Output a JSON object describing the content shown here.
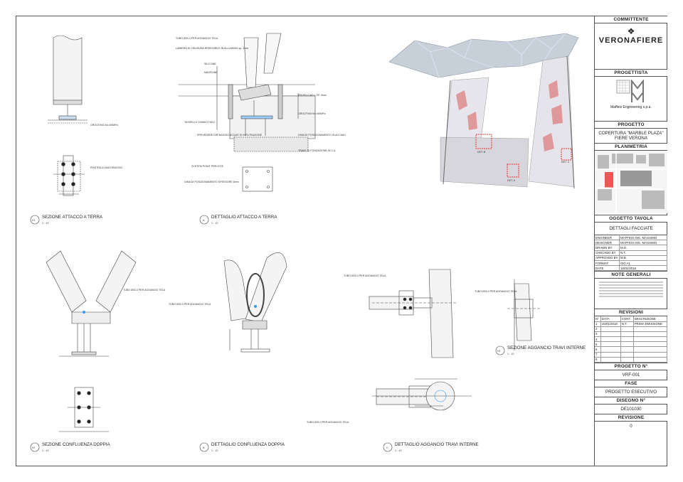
{
  "titleblock": {
    "committente_label": "COMMITTENTE",
    "committente_logo": "VERONAFIERE",
    "progettista_label": "PROGETTISTA",
    "progettista_name": "Maffeis Engineering s.p.a.",
    "progetto_label": "PROGETTO",
    "progetto_title": "COPERTURA \"MARBLE PLAZA\"",
    "progetto_subtitle": "FIERE VERONA",
    "planimetria_label": "PLANIMETRIA",
    "oggetto_label": "OGGETTO TAVOLA",
    "oggetto_value": "DETTAGLI FACCIATE",
    "info": [
      {
        "k": "ENGINEER",
        "v": "MAFFEIS ING. MASSIMO"
      },
      {
        "k": "DESIGNER",
        "v": "MAFFEIS ING. MASSIMO"
      },
      {
        "k": "DRAWN BY",
        "v": "M.D."
      },
      {
        "k": "CHECKED BY",
        "v": "N.T."
      },
      {
        "k": "APPROVED BY",
        "v": "M.B."
      },
      {
        "k": "FORMAT",
        "v": "ISO A1"
      },
      {
        "k": "DATE",
        "v": "15/01/2018"
      }
    ],
    "note_label": "NOTE GENERALI",
    "revisioni_label": "REVISIONI",
    "rev_headers": [
      "N°",
      "DATA",
      "CONT.",
      "DESCRIZIONE"
    ],
    "rev_rows": [
      [
        "1",
        "15/01/2018",
        "N.T.",
        "PRIMA EMISSIONE"
      ],
      [
        "2",
        "",
        "",
        ""
      ],
      [
        "3",
        "",
        "",
        ""
      ],
      [
        "4",
        "",
        "",
        ""
      ],
      [
        "5",
        "",
        "",
        ""
      ],
      [
        "6",
        "",
        "",
        ""
      ],
      [
        "7",
        "",
        "",
        ""
      ],
      [
        "8",
        "",
        "",
        ""
      ]
    ],
    "progetto_n_label": "PROGETTO N°",
    "progetto_n_value": "VRF-001",
    "fase_label": "FASE",
    "fase_value": "PROGETTO ESECUTIVO",
    "disegno_label": "DISEGNO N°",
    "disegno_value": "DE101030",
    "revisione_label": "REVISIONE",
    "revisione_value": "0"
  },
  "details": {
    "d01": {
      "num": "01",
      "title": "SEZIONE ATTACCO A TERRA",
      "scale": "1 : 10"
    },
    "dA": {
      "num": "A",
      "title": "DETTAGLIO ATTACCO A TERRA",
      "scale": "1 : 10"
    },
    "d02": {
      "num": "02",
      "title": "SEZIONE CONFLUENZA DOPPIA",
      "scale": "1 : 10"
    },
    "dB": {
      "num": "B",
      "title": "DETTAGLIO CONFLUENZA DOPPIA",
      "scale": "1 : 10"
    },
    "d03": {
      "num": "03",
      "title": "SEZIONE AGGANCIO TRAVI INTERNE",
      "scale": "1 : 10"
    },
    "dC": {
      "num": "C",
      "title": "DETTAGLIO AGGANCIO TRAVI INTERNE",
      "scale": "1 : 10"
    }
  },
  "render_labels": {
    "det_a": "DET. A",
    "det_b": "DET. B",
    "det_c": "DET. C"
  },
  "annotations": {
    "a1": "TUBO Ø33.3 PER AGGANCIO TELA",
    "a2": "LAMIERA DI CHIUSURA REMOVIBILE IN ALLUMINIO sp. 3mm",
    "a3": "SILICONE",
    "a4": "MAGRONE",
    "a5": "PROFILO AD L SP. 4mm",
    "a6": "GROUTING fck=50MPa",
    "a7": "TASSELLO CHIMICO M12",
    "a8": "PREVEDERE DRENAGGIO ACQUE DI INFILTRAZIONE",
    "a9": "DIMA DI POSIZIONAMENTO IN ACCIAIO",
    "a10": "TRAVE DI FONDAZIONE IN C.A.",
    "a11": "SYSTEM POINT PRECOTE",
    "a12": "DIMA DI POSIZIONAMENTO SPESSORE 6mm",
    "a13": "GROUTING fck=50MPa",
    "a14": "PIASTRA DI ANCORAGGIO",
    "a15": "TUBO Ø33.3 PER AGGANCIO TELA",
    "a16": "TUBO Ø33.3 PER AGGANCIO TELA",
    "a17": "TUBO Ø33.3 PER AGGANCIO TELA",
    "a18": "TUBO Ø33.3 PER AGGANCIO TELA",
    "a19": "TUBO Ø33.3 PER AGGANCIO TELA"
  }
}
